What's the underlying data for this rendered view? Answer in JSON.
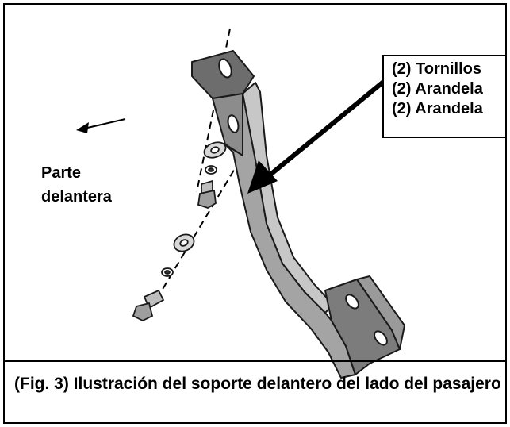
{
  "front_label": [
    "Parte",
    "delantera"
  ],
  "callout_lines": [
    "(2) Tornillos",
    "(2) Arandela",
    "(2) Arandela"
  ],
  "caption": "(Fig. 3) Ilustración del soporte delantero del lado del pasajero"
}
